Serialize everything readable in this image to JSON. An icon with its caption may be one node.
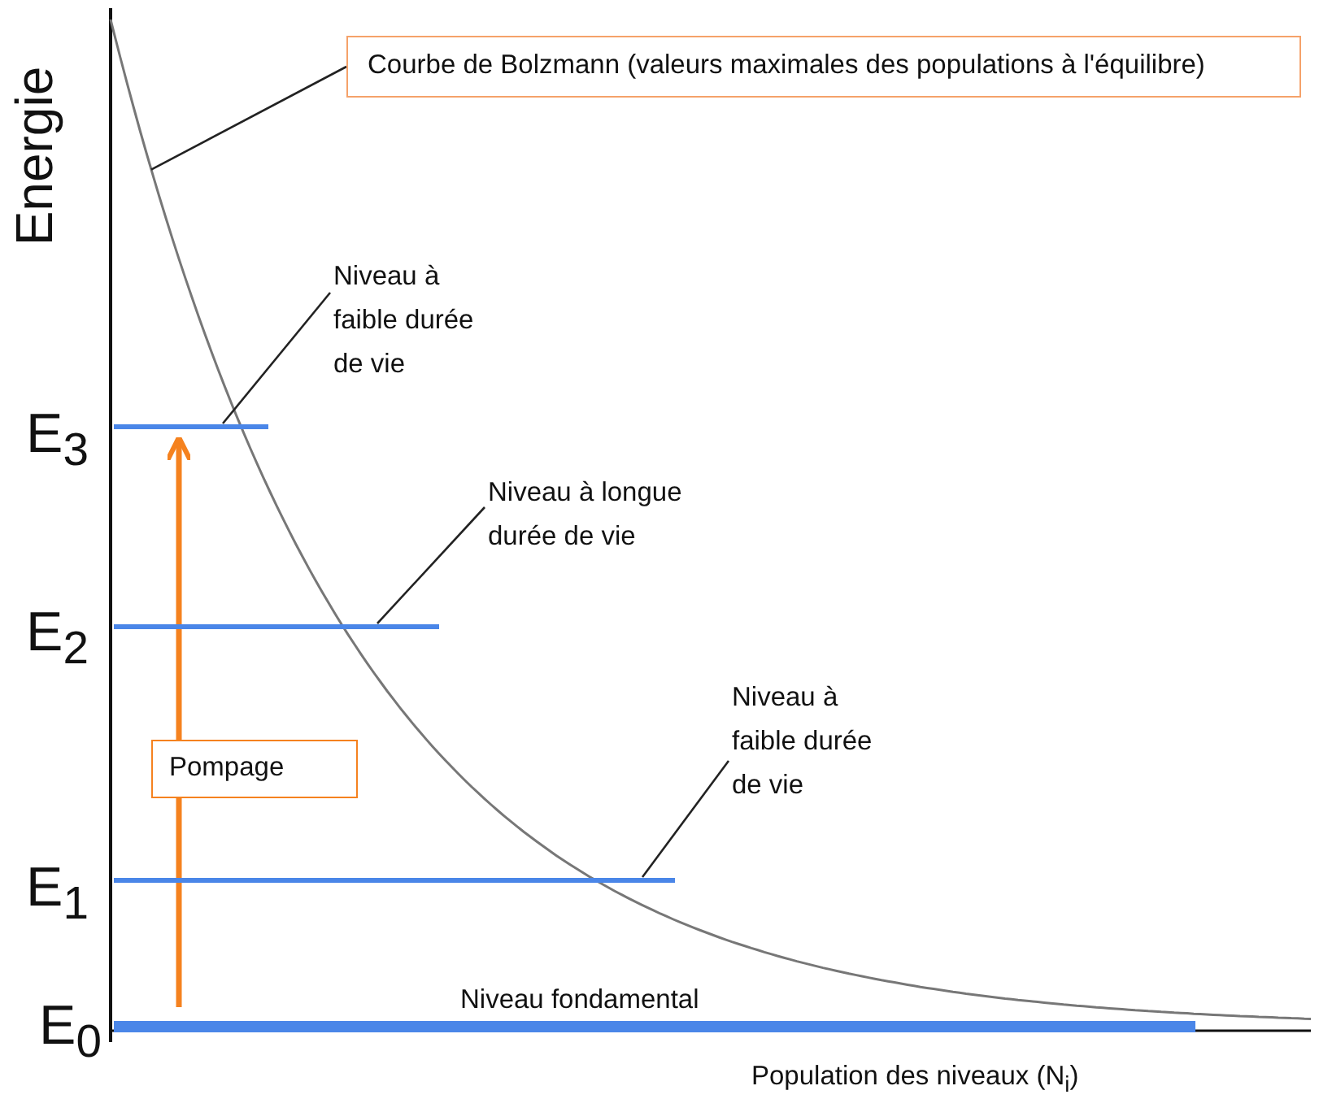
{
  "diagram": {
    "nodes": [
      {
        "text": [
          "Courbe de Bolzmann (valeurs maximales des populations à l'équilibre)"
        ]
      },
      {
        "text": [
          "Niveau à faible durée de vie"
        ]
      },
      {
        "text": [],
        "shape": "bar",
        "beside": [
          "E$_{3}$"
        ]
      },
      {
        "text": [
          "Niveau à longue durée de vie"
        ]
      },
      {
        "text": [],
        "shape": "bar",
        "beside": [
          "E$_{2}$"
        ]
      },
      {
        "text": [
          "Niveau à faible durée de vie"
        ]
      },
      {
        "text": [],
        "shape": "bar",
        "beside": [
          "E$_{1}$"
        ]
      },
      {
        "text": [],
        "shape": "bar",
        "beside": [
          "E$_{0}$",
          "Niveau fondamental"
        ]
      }
    ],
    "edges": [
      {
        "from": 0,
        "to": null,
        "arrow": "none"
      },
      {
        "from": 1,
        "to": 2,
        "arrow": "none"
      },
      {
        "from": 3,
        "to": 4,
        "arrow": "none"
      },
      {
        "from": 5,
        "to": 6,
        "arrow": "none"
      },
      {
        "from": 7,
        "to": 2,
        "arrow": "to",
        "label": "Pompage",
        "color": "#f5821f",
        "style": "thick"
      }
    ],
    "labels": [
      "Energie",
      "Population des niveaux (N$_{i}$)"
    ]
  }
}
